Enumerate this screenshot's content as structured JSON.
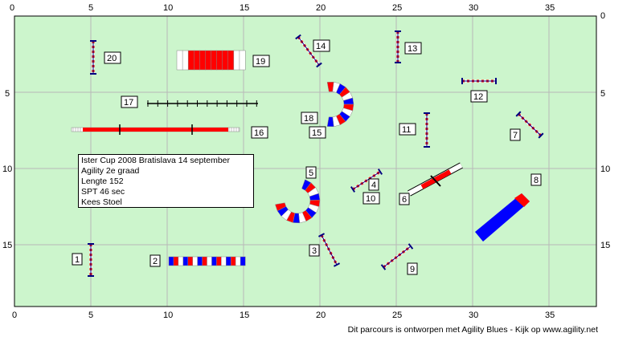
{
  "colors": {
    "field": "#ccf5cc",
    "grid": "#b8b8b8",
    "red": "#ff0000",
    "blue": "#0000ff"
  },
  "axis": {
    "x_ticks": [
      "0",
      "5",
      "10",
      "15",
      "20",
      "25",
      "30",
      "35"
    ],
    "y_ticks": [
      "0",
      "5",
      "10",
      "15"
    ],
    "x_ticks_bottom": [
      "0",
      "5",
      "10",
      "15",
      "20",
      "25",
      "30",
      "35"
    ]
  },
  "info": {
    "line1": "Ister Cup 2008 Bratislava 14 september",
    "line2": "Agility 2e graad",
    "line3": "Lengte 152",
    "line4": "SPT 46 sec",
    "line5": "Kees Stoel"
  },
  "footer": "Dit parcours is ontworpen met Agility Blues - Kijk op www.agility.net",
  "obstacles": [
    {
      "number": "1",
      "type": "jump"
    },
    {
      "number": "2",
      "type": "tunnel"
    },
    {
      "number": "3",
      "type": "jump"
    },
    {
      "number": "4",
      "type": "jump"
    },
    {
      "number": "5",
      "type": "tunnel"
    },
    {
      "number": "6",
      "type": "seesaw"
    },
    {
      "number": "7",
      "type": "jump"
    },
    {
      "number": "8",
      "type": "chute"
    },
    {
      "number": "9",
      "type": "jump"
    },
    {
      "number": "10",
      "type": "jump"
    },
    {
      "number": "11",
      "type": "jump"
    },
    {
      "number": "12",
      "type": "jump"
    },
    {
      "number": "13",
      "type": "jump"
    },
    {
      "number": "14",
      "type": "jump"
    },
    {
      "number": "15",
      "type": "tunnel"
    },
    {
      "number": "16",
      "type": "dogwalk"
    },
    {
      "number": "17",
      "type": "weave"
    },
    {
      "number": "18",
      "type": "tunnel"
    },
    {
      "number": "19",
      "type": "tunnel"
    },
    {
      "number": "20",
      "type": "jump"
    }
  ]
}
